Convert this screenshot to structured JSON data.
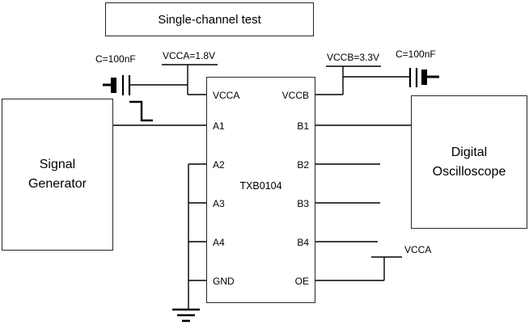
{
  "title": "Single-channel test",
  "blocks": {
    "signal_generator": "Signal\nGenerator",
    "oscilloscope": "Digital\nOscilloscope",
    "ic_part_number": "TXB0104"
  },
  "labels": {
    "cap_left_value": "C=100nF",
    "vcca_supply": "VCCA=1.8V",
    "vccb_supply": "VCCB=3.3V",
    "cap_right_value": "C=100nF",
    "oe_pullup": "VCCA"
  },
  "ic_pins": {
    "left": [
      "VCCA",
      "A1",
      "A2",
      "A3",
      "A4",
      "GND"
    ],
    "right": [
      "VCCB",
      "B1",
      "B2",
      "B3",
      "B4",
      "OE"
    ]
  },
  "colors": {
    "wire": "#000000",
    "border": "#262626",
    "background": "#ffffff"
  }
}
